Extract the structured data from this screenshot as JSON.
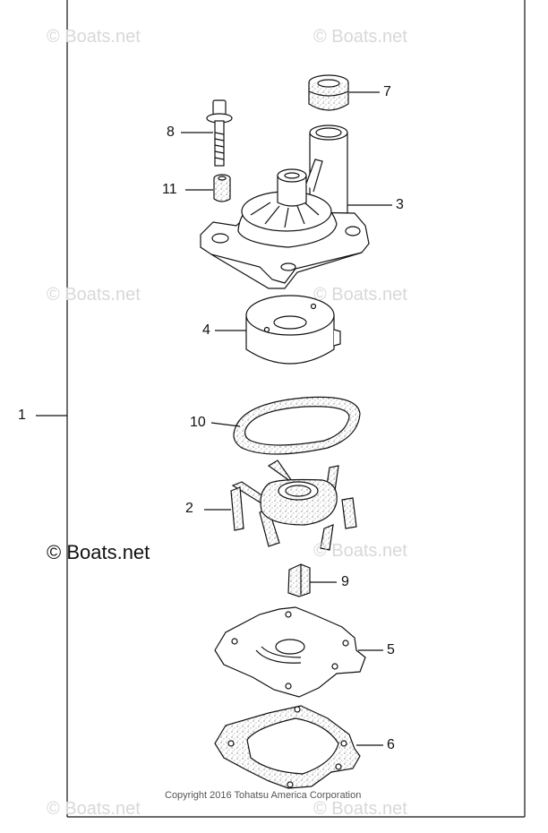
{
  "watermark": {
    "text": "© Boats.net"
  },
  "watermark_main": {
    "text": "© Boats.net"
  },
  "callouts": {
    "c1": "1",
    "c2": "2",
    "c3": "3",
    "c4": "4",
    "c5": "5",
    "c6": "6",
    "c7": "7",
    "c8": "8",
    "c9": "9",
    "c10": "10",
    "c11": "11"
  },
  "copyright": "Copyright 2016 Tohatsu America Corporation",
  "colors": {
    "line": "#111111",
    "watermark": "#d8d8d8",
    "speckle": "#555555"
  }
}
